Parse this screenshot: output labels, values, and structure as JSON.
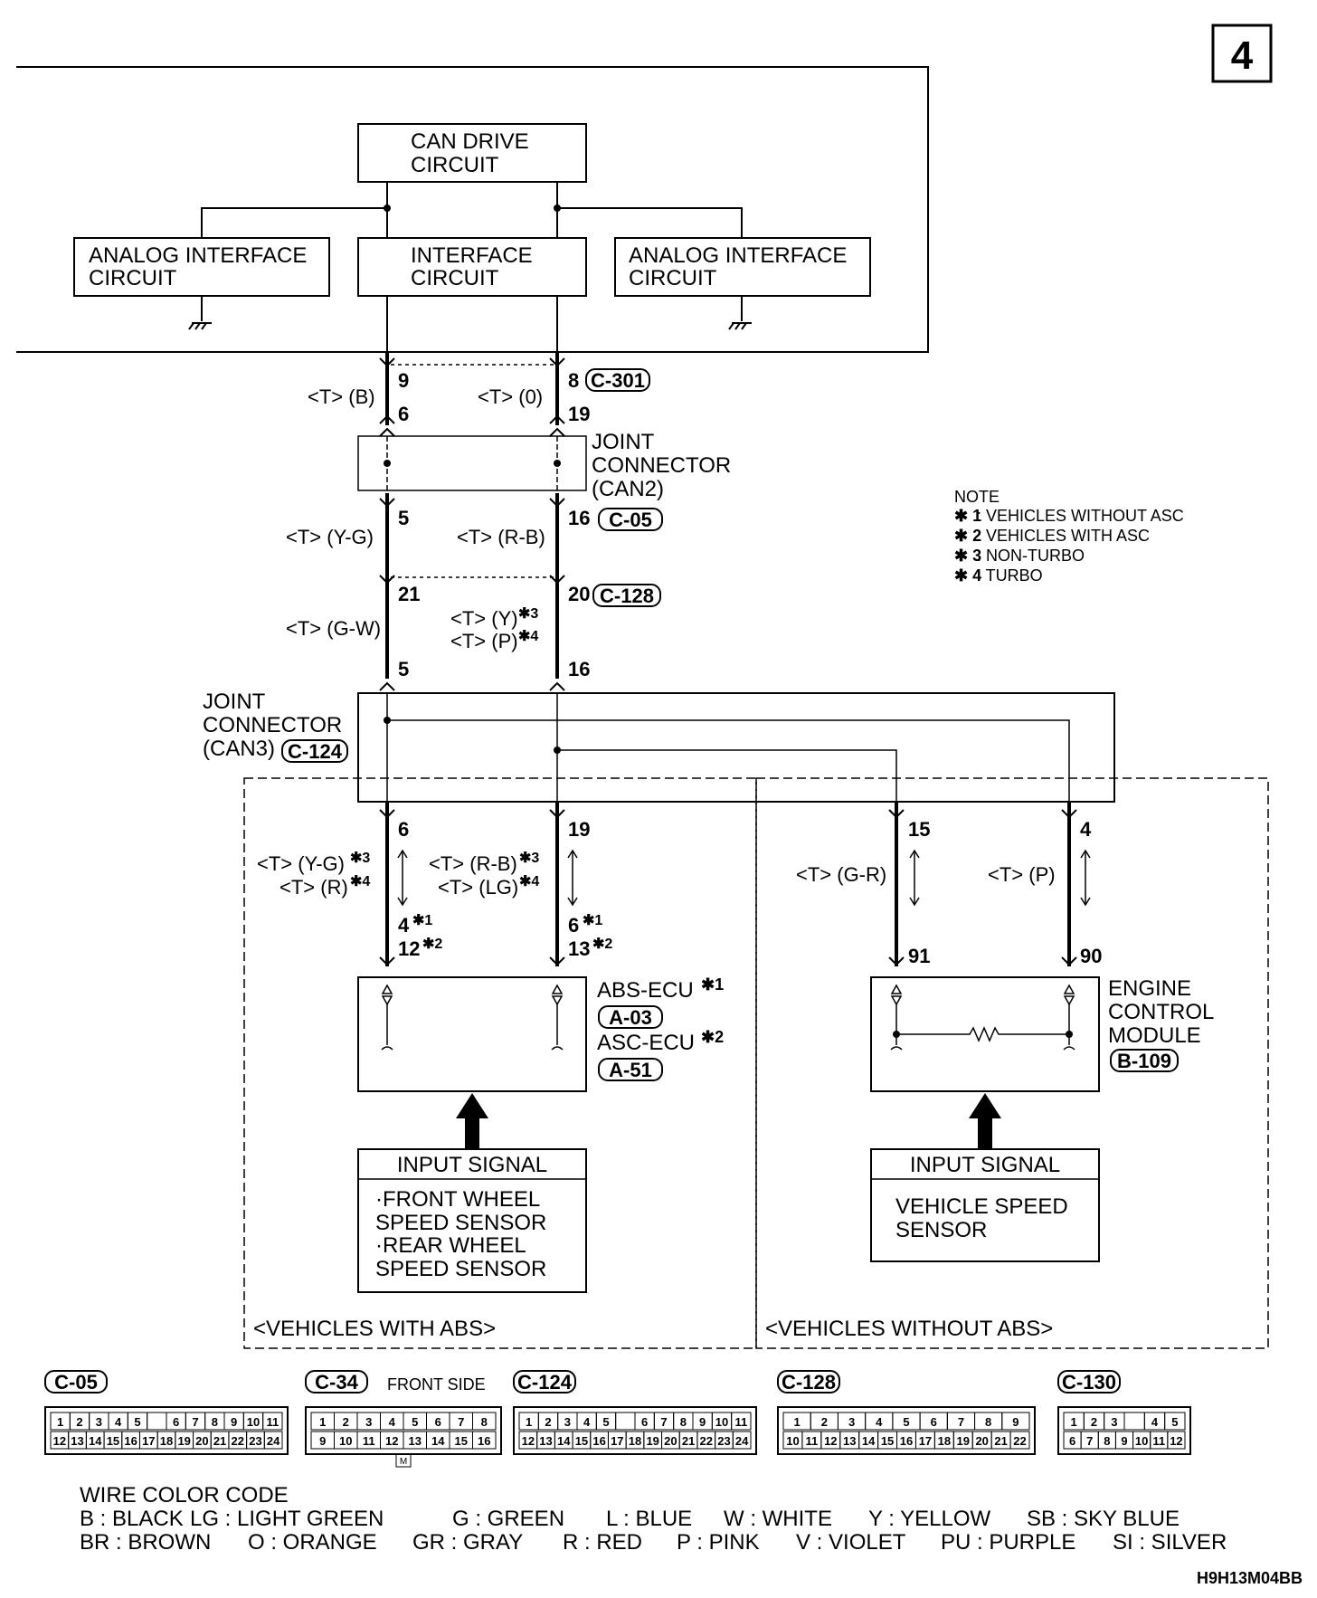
{
  "page_number": "4",
  "boxes": {
    "can_drive": [
      "CAN DRIVE",
      "CIRCUIT"
    ],
    "analog_left": [
      "ANALOG INTERFACE",
      "CIRCUIT"
    ],
    "interface": [
      "INTERFACE",
      "CIRCUIT"
    ],
    "analog_right": [
      "ANALOG INTERFACE",
      "CIRCUIT"
    ]
  },
  "joint_can2": {
    "lines": [
      "JOINT",
      "CONNECTOR",
      "(CAN2)"
    ],
    "ref": "C-05"
  },
  "joint_can3": {
    "lines": [
      "JOINT",
      "CONNECTOR",
      "(CAN3)"
    ],
    "ref": "C-124"
  },
  "connectors": {
    "c301": "C-301",
    "c05": "C-05",
    "c128": "C-128",
    "a03": "A-03",
    "a51": "A-51",
    "b109": "B-109"
  },
  "pins": {
    "p9": "9",
    "p6": "6",
    "p8": "8",
    "p19": "19",
    "p5a": "5",
    "p16a": "16",
    "p21": "21",
    "p20": "20",
    "p5b": "5",
    "p16b": "16",
    "p6b": "6",
    "p19b": "19",
    "p15": "15",
    "p4": "4",
    "abs_left": [
      "4",
      "12"
    ],
    "abs_right": [
      "6",
      "13"
    ],
    "p91": "91",
    "p90": "90"
  },
  "wires": {
    "w1": "<T> (B)",
    "w2": "<T> (0)",
    "w3": "<T> (Y-G)",
    "w4": "<T> (R-B)",
    "w5": "<T> (G-W)",
    "w6a": "<T> (Y)",
    "w6b": "<T> (P)",
    "w7a": "<T> (Y-G)",
    "w7b": "<T> (R)",
    "w8a": "<T> (R-B)",
    "w8b": "<T> (LG)",
    "w9": "<T> (G-R)",
    "w10": "<T> (P)"
  },
  "note": {
    "title": "NOTE",
    "items": [
      {
        "mark": "✱ 1",
        "text": ": VEHICLES WITHOUT ASC"
      },
      {
        "mark": "✱ 2",
        "text": ": VEHICLES WITH ASC"
      },
      {
        "mark": "✱ 3",
        "text": ": NON-TURBO"
      },
      {
        "mark": "✱ 4",
        "text": ": TURBO"
      }
    ]
  },
  "ecu_abs": {
    "line1": "ABS-ECU",
    "line2": "ASC-ECU"
  },
  "ecu_engine": [
    "ENGINE",
    "CONTROL",
    "MODULE"
  ],
  "input_left": {
    "title": "INPUT SIGNAL",
    "lines": [
      "·FRONT WHEEL",
      " SPEED SENSOR",
      "·REAR WHEEL",
      " SPEED SENSOR"
    ]
  },
  "input_right": {
    "title": "INPUT SIGNAL",
    "lines": [
      "VEHICLE SPEED",
      "SENSOR"
    ]
  },
  "regions": {
    "left": "<VEHICLES WITH ABS>",
    "right": "<VEHICLES WITHOUT ABS>"
  },
  "connector_views": [
    {
      "id": "C-05",
      "top": [
        "1",
        "2",
        "3",
        "4",
        "5",
        "",
        "6",
        "7",
        "8",
        "9",
        "10",
        "11"
      ],
      "bottom": [
        "12",
        "13",
        "14",
        "15",
        "16",
        "17",
        "18",
        "19",
        "20",
        "21",
        "22",
        "23",
        "24"
      ]
    },
    {
      "id": "C-34",
      "extra": "FRONT SIDE",
      "top": [
        "1",
        "2",
        "3",
        "4",
        "5",
        "6",
        "7",
        "8"
      ],
      "bottom": [
        "9",
        "10",
        "11",
        "12",
        "13",
        "14",
        "15",
        "16"
      ],
      "mark": "M"
    },
    {
      "id": "C-124",
      "top": [
        "1",
        "2",
        "3",
        "4",
        "5",
        "",
        "6",
        "7",
        "8",
        "9",
        "10",
        "11"
      ],
      "bottom": [
        "12",
        "13",
        "14",
        "15",
        "16",
        "17",
        "18",
        "19",
        "20",
        "21",
        "22",
        "23",
        "24"
      ]
    },
    {
      "id": "C-128",
      "top": [
        "1",
        "2",
        "3",
        "4",
        "5",
        "6",
        "7",
        "8",
        "9"
      ],
      "bottom": [
        "10",
        "11",
        "12",
        "13",
        "14",
        "15",
        "16",
        "17",
        "18",
        "19",
        "20",
        "21",
        "22"
      ]
    },
    {
      "id": "C-130",
      "top": [
        "1",
        "2",
        "3",
        "",
        "4",
        "5"
      ],
      "bottom": [
        "6",
        "7",
        "8",
        "9",
        "10",
        "11",
        "12"
      ]
    }
  ],
  "color_code": {
    "title": "WIRE COLOR CODE",
    "row1": [
      "B : BLACK",
      "LG : LIGHT GREEN",
      "G : GREEN",
      "L : BLUE",
      "W : WHITE",
      "Y : YELLOW",
      "SB : SKY BLUE"
    ],
    "row2": [
      "BR : BROWN",
      "O : ORANGE",
      "GR : GRAY",
      "R : RED",
      "P : PINK",
      "V : VIOLET",
      "PU : PURPLE",
      "SI : SILVER"
    ]
  },
  "figure_id": "H9H13M04BB"
}
